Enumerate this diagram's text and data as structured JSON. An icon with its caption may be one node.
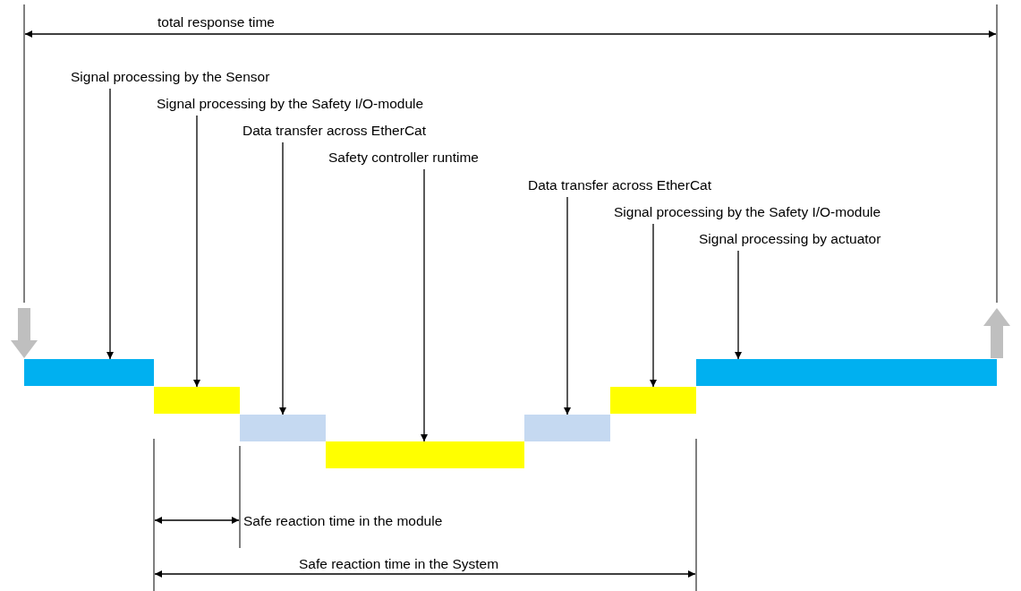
{
  "diagram": {
    "nodes": [
      {
        "text": [
          "Signal processing by the Sensor"
        ]
      },
      {
        "text": [
          "Signal processing by the Safety I/O-module"
        ]
      },
      {
        "text": [
          "Data transfer across EtherCat"
        ]
      },
      {
        "text": [
          "Safety controller runtime"
        ]
      },
      {
        "text": [
          "Data transfer across EtherCat"
        ]
      },
      {
        "text": [
          "Signal processing by the Safety I/O-module"
        ]
      },
      {
        "text": [
          "Signal processing by actuator"
        ]
      },
      {
        "text": [],
        "shape": "bar"
      },
      {
        "text": [],
        "shape": "bar"
      },
      {
        "text": [],
        "shape": "bar"
      },
      {
        "text": [],
        "shape": "bar"
      },
      {
        "text": [],
        "shape": "bar"
      },
      {
        "text": [],
        "shape": "bar"
      },
      {
        "text": [],
        "shape": "bar"
      }
    ],
    "edges": [
      {
        "from": 0,
        "to": 7,
        "arrow": "to"
      },
      {
        "from": 1,
        "to": 8,
        "arrow": "to"
      },
      {
        "from": 2,
        "to": 9,
        "arrow": "to"
      },
      {
        "from": 3,
        "to": 10,
        "arrow": "to"
      },
      {
        "from": 4,
        "to": 11,
        "arrow": "to"
      },
      {
        "from": 5,
        "to": 12,
        "arrow": "to"
      },
      {
        "from": 6,
        "to": 13,
        "arrow": "to"
      }
    ],
    "labels": [
      "total response time",
      "Safe reaction time in the module",
      "Safe reaction time in the System"
    ]
  }
}
